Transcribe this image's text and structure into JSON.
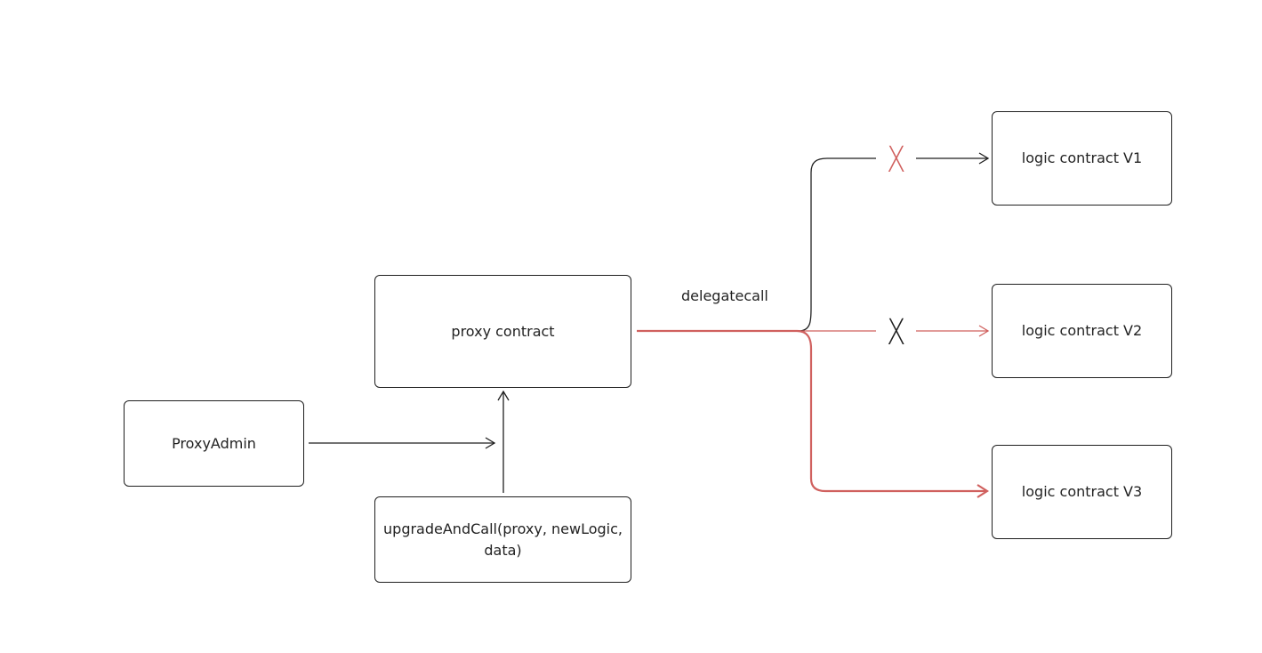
{
  "nodes": {
    "proxy_admin": "ProxyAdmin",
    "proxy_contract": "proxy contract",
    "upgrade_call": "upgradeAndCall(proxy, newLogic, data)",
    "logic_v1": "logic contract V1",
    "logic_v2": "logic contract V2",
    "logic_v3": "logic contract V3"
  },
  "edge_labels": {
    "delegatecall": "delegatecall"
  },
  "marks": {
    "v1_blocked": "X",
    "v2_blocked": "X"
  },
  "colors": {
    "stroke": "#1f1f1f",
    "active_path": "#d0605e",
    "mark_v1": "#d0605e",
    "mark_v2": "#1f1f1f"
  }
}
